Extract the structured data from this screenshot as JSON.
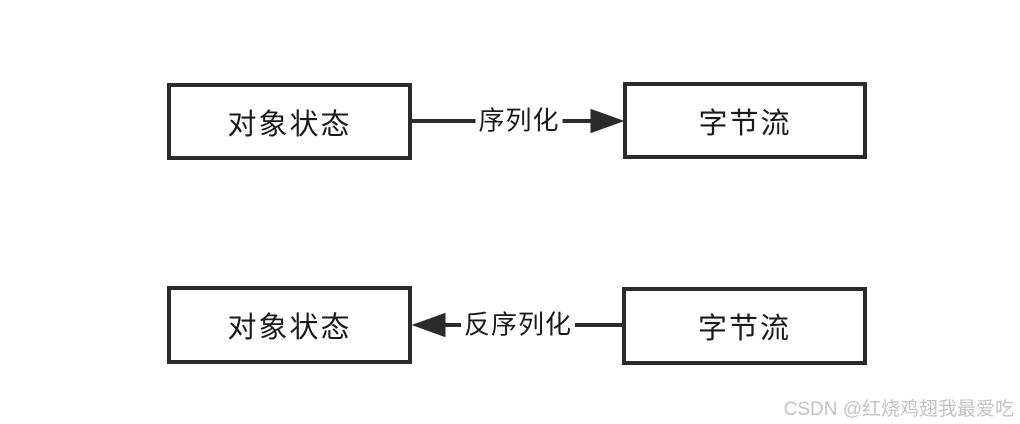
{
  "diagram": {
    "background_color": "#ffffff",
    "stroke_color": "#2b2b2b",
    "text_color": "#1a1a1a",
    "rows": [
      {
        "source_label": "对象状态",
        "arrow_label": "序列化",
        "arrow_direction": "right",
        "target_label": "字节流"
      },
      {
        "source_label": "对象状态",
        "arrow_label": "反序列化",
        "arrow_direction": "left",
        "target_label": "字节流"
      }
    ]
  },
  "watermark": {
    "text": "CSDN @红烧鸡翅我最爱吃",
    "color": "#c3c3c3"
  }
}
